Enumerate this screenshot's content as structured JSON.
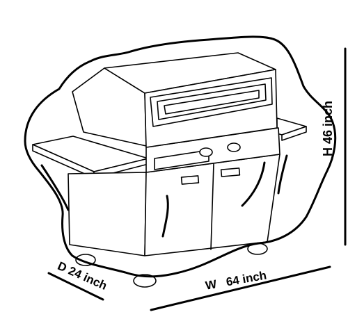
{
  "diagram": {
    "dimensions": {
      "height_label": "H 46 inch",
      "width_label": "W   64 inch",
      "depth_label": "D 24 inch"
    }
  }
}
